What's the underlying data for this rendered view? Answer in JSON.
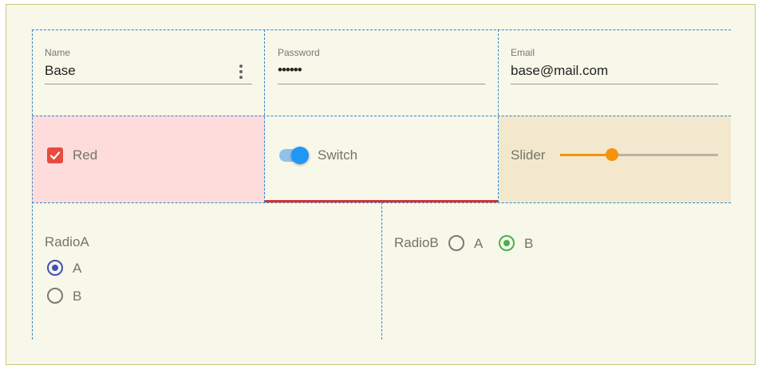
{
  "fields": {
    "name": {
      "label": "Name",
      "value": "Base"
    },
    "password": {
      "label": "Password",
      "value": "••••••"
    },
    "email": {
      "label": "Email",
      "value": "base@mail.com"
    }
  },
  "controls": {
    "checkbox": {
      "label": "Red",
      "checked": true,
      "color": "#e84b3f",
      "background": "#ffdcdc"
    },
    "switch": {
      "label": "Switch",
      "on": true,
      "color": "#2196f3",
      "underline_color": "#d9302b"
    },
    "slider": {
      "label": "Slider",
      "value_fraction": 0.33,
      "color": "#f5930a",
      "background": "#f3e8cd"
    }
  },
  "radios": {
    "groupA": {
      "label": "RadioA",
      "options": [
        "A",
        "B"
      ],
      "selected": "A",
      "color": "#3f51b5"
    },
    "groupB": {
      "label": "RadioB",
      "options": [
        "A",
        "B"
      ],
      "selected": "B",
      "color": "#4caf50"
    }
  }
}
